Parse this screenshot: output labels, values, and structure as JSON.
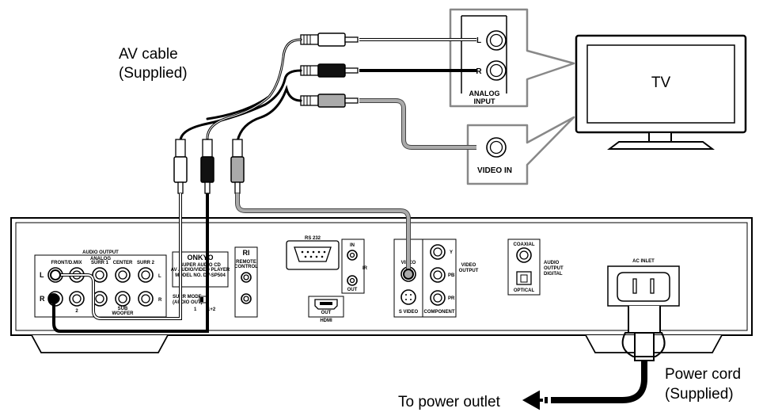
{
  "labels": {
    "av_cable_line1": "AV cable",
    "av_cable_line2": "(Supplied)",
    "tv": "TV",
    "jack_l": "L",
    "jack_r": "R",
    "analog_input_line1": "ANALOG",
    "analog_input_line2": "INPUT",
    "video_in": "VIDEO IN",
    "power_cord_line1": "Power cord",
    "power_cord_line2": "(Supplied)",
    "to_power_outlet": "To power outlet"
  },
  "rear_panel": {
    "audio_output": "AUDIO OUTPUT",
    "analog": "ANALOG",
    "front_dmix": "FRONT/D.MIX",
    "surr1": "SURR 1",
    "center": "CENTER",
    "surr2": "SURR 2",
    "subwoofer_line1": "SUB",
    "subwoofer_line2": "WOOFER",
    "row_l": "L",
    "row_r": "R",
    "num_2": "2",
    "brand": "ONKYO",
    "model_line1": "SUPER AUDIO CD",
    "model_line2": "AV AUDIO/VIDEO PLAYER",
    "model_line3": "MODEL NO. DV-SP504",
    "surr_mode_line1": "SURR MODE",
    "surr_mode_line2": "(AUDIO OUT)",
    "surr_mode_opt1": "1",
    "surr_mode_opt2": "1+2",
    "ri_logo": "RI",
    "remote_control_line1": "REMOTE",
    "remote_control_line2": "CONTROL",
    "rs232": "RS 232",
    "ir_in": "IN",
    "ir": "IR",
    "ir_out": "OUT",
    "hdmi_out": "OUT",
    "hdmi": "HDMI",
    "video": "VIDEO",
    "s_video": "S VIDEO",
    "y": "Y",
    "pb": "PB",
    "pr": "PR",
    "video_output_line1": "VIDEO",
    "video_output_line2": "OUTPUT",
    "component": "COMPONENT",
    "coaxial": "COAXIAL",
    "audio_output_line1": "AUDIO",
    "audio_output_line2": "OUTPUT",
    "digital": "DIGITAL",
    "optical": "OPTICAL",
    "ac_inlet": "AC INLET"
  },
  "colors": {
    "black": "#000000",
    "gray": "#999999",
    "panel_border": "#666666",
    "white": "#ffffff"
  }
}
